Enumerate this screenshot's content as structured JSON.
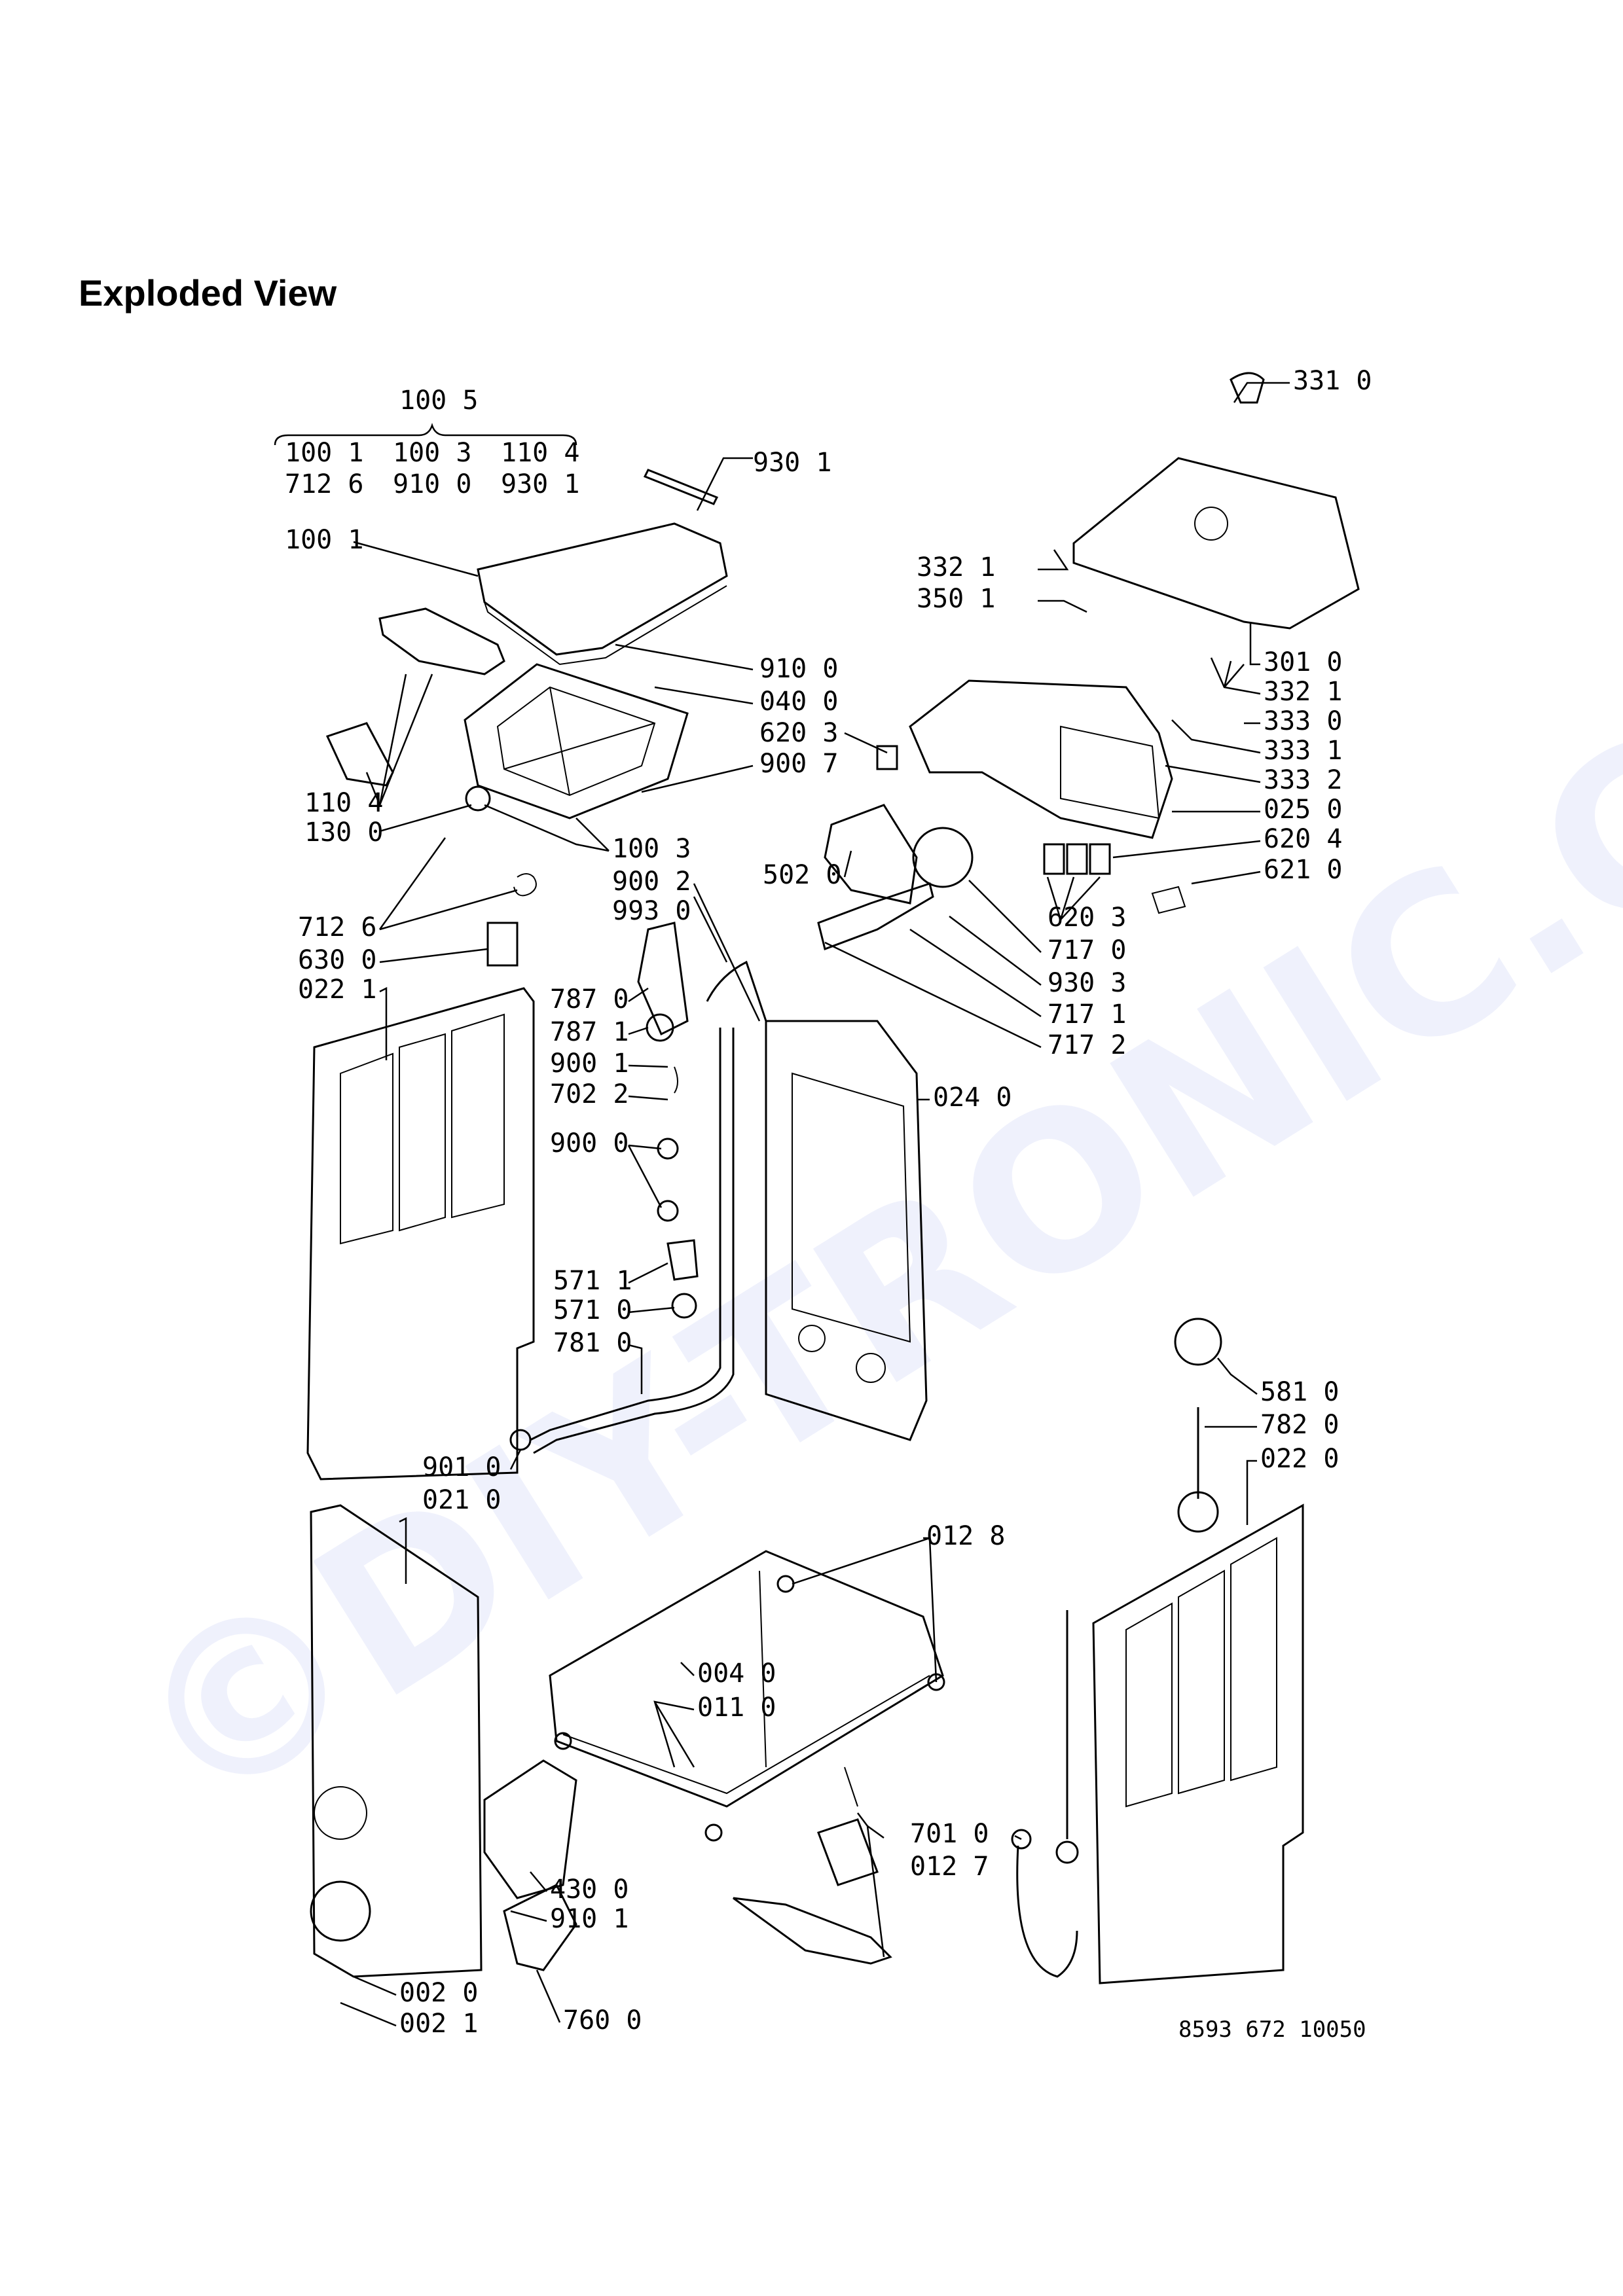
{
  "page_title": "Exploded View",
  "watermark": "©DIY-TRONIC.CZ",
  "drawing_number": "8593 672 10050",
  "kit_header": "100 5",
  "kit_rows": [
    [
      "100 1",
      "100 3",
      "110 4"
    ],
    [
      "712 6",
      "910 0",
      "930 1"
    ]
  ],
  "callouts": {
    "c930_1": "930 1",
    "c100_1": "100 1",
    "c910_0": "910 0",
    "c040_0": "040 0",
    "c620_3a": "620 3",
    "c900_7": "900 7",
    "c110_4": "110 4",
    "c130_0": "130 0",
    "c100_3": "100 3",
    "c900_2": "900 2",
    "c993_0": "993 0",
    "c712_6": "712 6",
    "c630_0": "630 0",
    "c022_1": "022 1",
    "c787_0": "787 0",
    "c787_1": "787 1",
    "c900_1": "900 1",
    "c702_2": "702 2",
    "c900_0": "900 0",
    "c571_1": "571 1",
    "c571_0": "571 0",
    "c781_0": "781 0",
    "c901_0": "901 0",
    "c021_0": "021 0",
    "c331_0": "331 0",
    "c332_1a": "332 1",
    "c350_1": "350 1",
    "c301_0": "301 0",
    "c332_1b": "332 1",
    "c333_0": "333 0",
    "c333_1": "333 1",
    "c333_2": "333 2",
    "c025_0": "025 0",
    "c620_4": "620 4",
    "c621_0": "621 0",
    "c502_0": "502 0",
    "c620_3b": "620 3",
    "c717_0": "717 0",
    "c930_3": "930 3",
    "c717_1": "717 1",
    "c717_2": "717 2",
    "c024_0": "024 0",
    "c581_0": "581 0",
    "c782_0": "782 0",
    "c022_0": "022 0",
    "c012_8": "012 8",
    "c004_0": "004 0",
    "c011_0": "011 0",
    "c701_0": "701 0",
    "c012_7": "012 7",
    "c430_0": "430 0",
    "c910_1": "910 1",
    "c002_0": "002 0",
    "c002_1": "002 1",
    "c760_0": "760 0"
  }
}
